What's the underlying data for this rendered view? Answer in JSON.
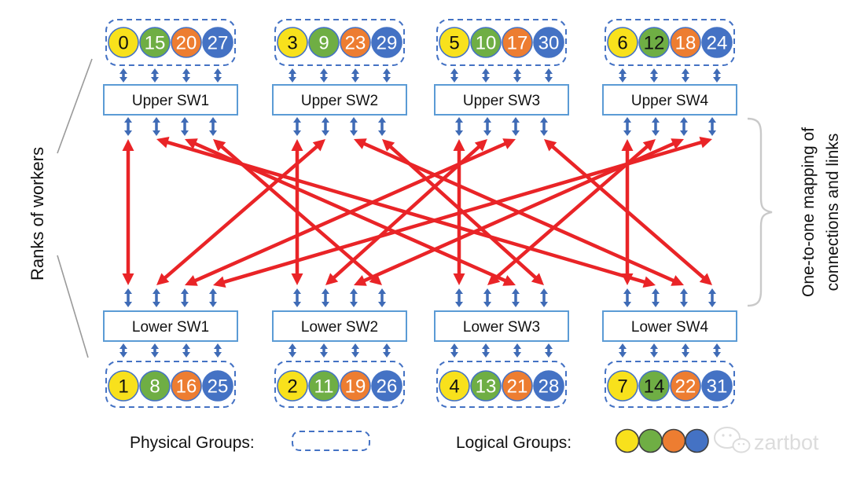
{
  "left_label": "Ranks of workers",
  "right_label": {
    "line1": "One-to-one mapping of",
    "line2": "connections and links"
  },
  "legend": {
    "physical_label": "Physical Groups:",
    "logical_label": "Logical Groups:",
    "logical_colors": [
      "yellow",
      "green",
      "orange",
      "blue"
    ],
    "watermark": "zartbot"
  },
  "colors": {
    "yellow": "#F8E11C",
    "green": "#6FAE44",
    "orange": "#ED7D31",
    "blue": "#4472C4",
    "circle_stroke": "#4472C4",
    "box_border": "#5B9BD5",
    "dashed_outline": "#4472C4",
    "blue_arrow": "#3F6BB6",
    "red_arrow": "#E92427",
    "gray_line": "#9A9A9A",
    "brace": "#C9C9C9",
    "watermark_gray": "#DCDCDC",
    "text_black": "#111111",
    "text_white": "#FFFFFF"
  },
  "columns": [
    {
      "upper_switch": "Upper SW1",
      "lower_switch": "Lower SW1",
      "upper_ranks": [
        {
          "n": "0",
          "c": "yellow",
          "t": "black"
        },
        {
          "n": "15",
          "c": "green",
          "t": "white"
        },
        {
          "n": "20",
          "c": "orange",
          "t": "white"
        },
        {
          "n": "27",
          "c": "blue",
          "t": "white"
        }
      ],
      "lower_ranks": [
        {
          "n": "1",
          "c": "yellow",
          "t": "black"
        },
        {
          "n": "8",
          "c": "green",
          "t": "white"
        },
        {
          "n": "16",
          "c": "orange",
          "t": "white"
        },
        {
          "n": "25",
          "c": "blue",
          "t": "white"
        }
      ]
    },
    {
      "upper_switch": "Upper SW2",
      "lower_switch": "Lower SW2",
      "upper_ranks": [
        {
          "n": "3",
          "c": "yellow",
          "t": "black"
        },
        {
          "n": "9",
          "c": "green",
          "t": "white"
        },
        {
          "n": "23",
          "c": "orange",
          "t": "white"
        },
        {
          "n": "29",
          "c": "blue",
          "t": "white"
        }
      ],
      "lower_ranks": [
        {
          "n": "2",
          "c": "yellow",
          "t": "black"
        },
        {
          "n": "11",
          "c": "green",
          "t": "white"
        },
        {
          "n": "19",
          "c": "orange",
          "t": "white"
        },
        {
          "n": "26",
          "c": "blue",
          "t": "white"
        }
      ]
    },
    {
      "upper_switch": "Upper SW3",
      "lower_switch": "Lower SW3",
      "upper_ranks": [
        {
          "n": "5",
          "c": "yellow",
          "t": "black"
        },
        {
          "n": "10",
          "c": "green",
          "t": "white"
        },
        {
          "n": "17",
          "c": "orange",
          "t": "white"
        },
        {
          "n": "30",
          "c": "blue",
          "t": "white"
        }
      ],
      "lower_ranks": [
        {
          "n": "4",
          "c": "yellow",
          "t": "black"
        },
        {
          "n": "13",
          "c": "green",
          "t": "white"
        },
        {
          "n": "21",
          "c": "orange",
          "t": "white"
        },
        {
          "n": "28",
          "c": "blue",
          "t": "white"
        }
      ]
    },
    {
      "upper_switch": "Upper SW4",
      "lower_switch": "Lower SW4",
      "upper_ranks": [
        {
          "n": "6",
          "c": "yellow",
          "t": "black"
        },
        {
          "n": "12",
          "c": "green",
          "t": "black"
        },
        {
          "n": "18",
          "c": "orange",
          "t": "white"
        },
        {
          "n": "24",
          "c": "blue",
          "t": "white"
        }
      ],
      "lower_ranks": [
        {
          "n": "7",
          "c": "yellow",
          "t": "black"
        },
        {
          "n": "14",
          "c": "green",
          "t": "black"
        },
        {
          "n": "22",
          "c": "orange",
          "t": "white"
        },
        {
          "n": "31",
          "c": "blue",
          "t": "white"
        }
      ]
    }
  ],
  "red_links": [
    {
      "from": [
        0,
        0
      ],
      "to": [
        0,
        0
      ]
    },
    {
      "from": [
        1,
        0
      ],
      "to": [
        1,
        0
      ]
    },
    {
      "from": [
        2,
        0
      ],
      "to": [
        2,
        0
      ]
    },
    {
      "from": [
        3,
        0
      ],
      "to": [
        3,
        0
      ]
    },
    {
      "from": [
        0,
        1
      ],
      "to": [
        3,
        1
      ]
    },
    {
      "from": [
        1,
        1
      ],
      "to": [
        0,
        1
      ]
    },
    {
      "from": [
        2,
        1
      ],
      "to": [
        1,
        1
      ]
    },
    {
      "from": [
        3,
        1
      ],
      "to": [
        2,
        1
      ]
    },
    {
      "from": [
        0,
        2
      ],
      "to": [
        2,
        2
      ]
    },
    {
      "from": [
        1,
        2
      ],
      "to": [
        3,
        2
      ]
    },
    {
      "from": [
        2,
        2
      ],
      "to": [
        0,
        2
      ]
    },
    {
      "from": [
        3,
        2
      ],
      "to": [
        1,
        2
      ]
    },
    {
      "from": [
        0,
        3
      ],
      "to": [
        1,
        3
      ]
    },
    {
      "from": [
        1,
        3
      ],
      "to": [
        2,
        3
      ]
    },
    {
      "from": [
        2,
        3
      ],
      "to": [
        3,
        3
      ]
    },
    {
      "from": [
        3,
        3
      ],
      "to": [
        0,
        3
      ]
    }
  ]
}
